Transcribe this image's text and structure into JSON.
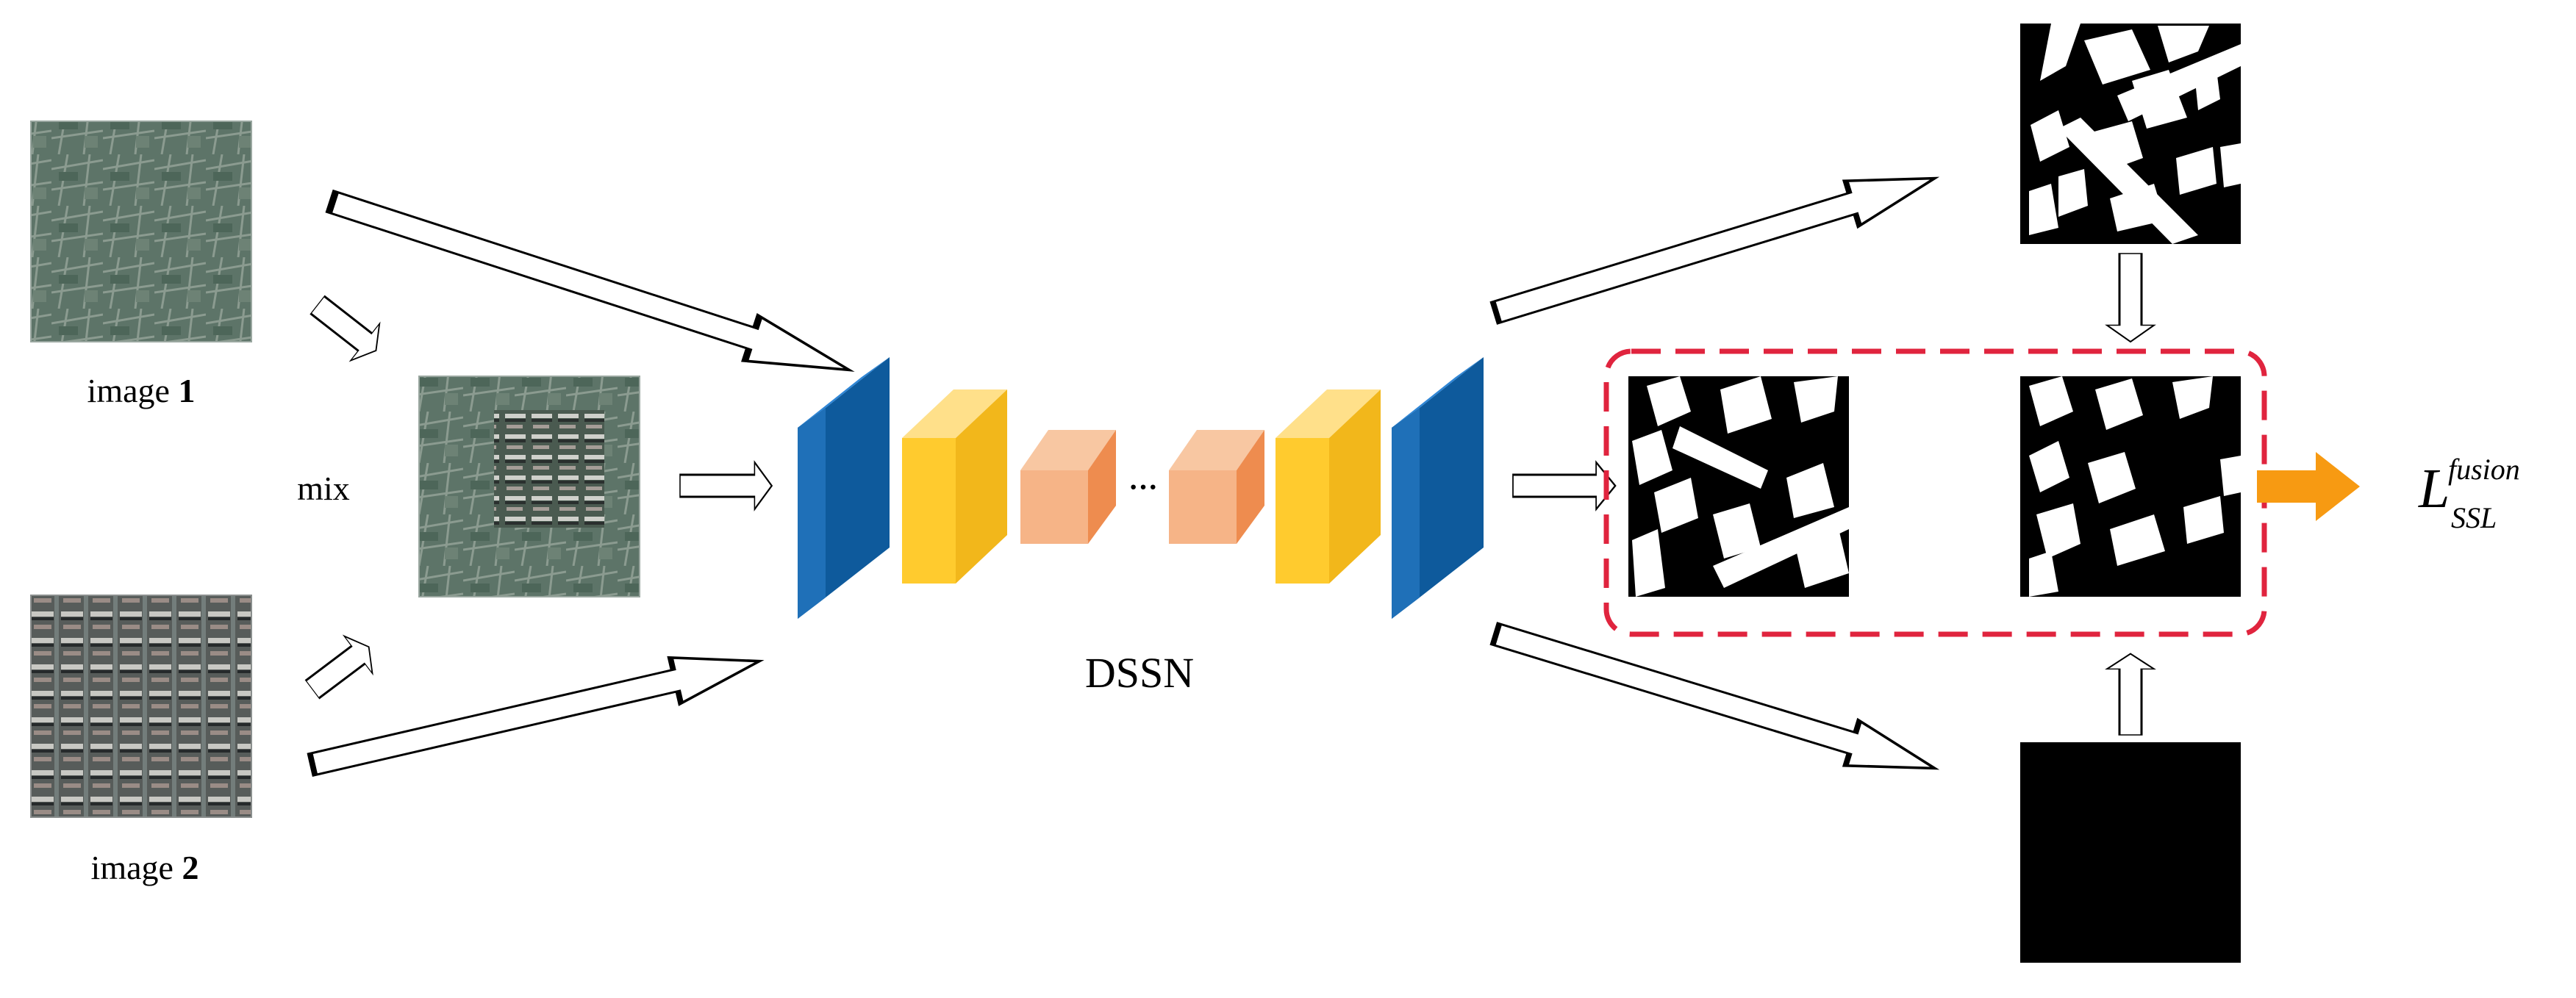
{
  "labels": {
    "image1_prefix": "image ",
    "image1_num": "1",
    "image2_prefix": "image ",
    "image2_num": "2",
    "mix": "mix",
    "network": "DSSN",
    "ellipsis": "···",
    "loss_main": "L",
    "loss_sub": "SSL",
    "loss_sup": "fusion"
  },
  "colors": {
    "encoder_blue_front": "#0E5A9C",
    "encoder_blue_side": "#2F86D6",
    "block_yellow_front": "#FFCB2E",
    "block_yellow_top": "#FFE08A",
    "block_peach_front": "#F6B487",
    "block_peach_side": "#EE8C4F",
    "dashed_box": "#E0243E",
    "output_arrow": "#F79A12"
  }
}
